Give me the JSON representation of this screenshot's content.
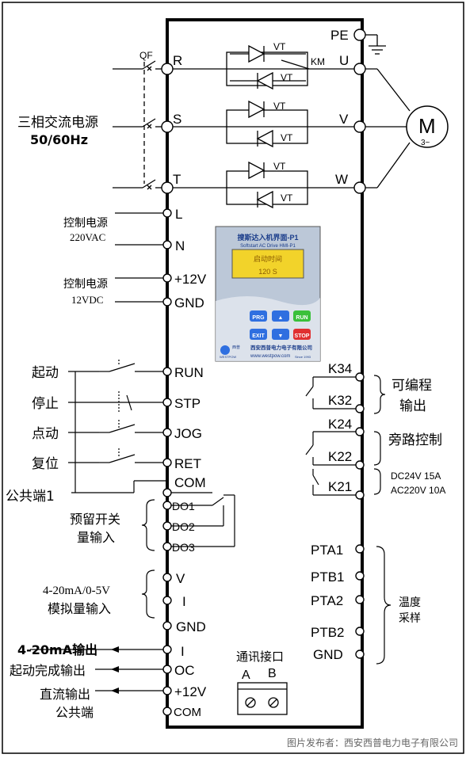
{
  "left_sources": {
    "qf": "QF",
    "mains_title": "三相交流电源",
    "mains_freq": "50/60Hz",
    "control_power_1": "控制电源",
    "control_power_1_value": "220VAC",
    "control_power_2": "控制电源",
    "control_power_2_value": "12VDC",
    "start": "起动",
    "stop": "停止",
    "jog": "点动",
    "reset": "复位",
    "common1": "公共端1",
    "reserved_switch_1": "预留开关",
    "reserved_switch_2": "量输入",
    "analog_1": "4-20mA/0-5V",
    "analog_2": "模拟量输入",
    "out_4_20": "4-20mA输出",
    "start_done": "起动完成输出",
    "dc_out_1": "直流输出",
    "dc_out_2": "公共端"
  },
  "terminals_left": {
    "R": "R",
    "S": "S",
    "T": "T",
    "L": "L",
    "N": "N",
    "p12v": "+12V",
    "gnd": "GND",
    "run": "RUN",
    "stp": "STP",
    "jog": "JOG",
    "ret": "RET",
    "com": "COM",
    "do1": "DO1",
    "do2": "DO2",
    "do3": "DO3",
    "v": "V",
    "i": "I",
    "gnd2": "GND",
    "i_out": "I",
    "oc": "OC",
    "p12v2": "+12V",
    "com2": "COM"
  },
  "terminals_right": {
    "pe": "PE",
    "u": "U",
    "v": "V",
    "w": "W",
    "k34": "K34",
    "k32": "K32",
    "k24": "K24",
    "k22": "K22",
    "k21": "K21",
    "pta1": "PTA1",
    "ptb1": "PTB1",
    "pta2": "PTA2",
    "ptb2": "PTB2",
    "gnd": "GND"
  },
  "power_circuit": {
    "vt": "VT",
    "km": "KM",
    "motor": "M",
    "motor_phase": "3~"
  },
  "right_labels": {
    "programmable_1": "可编程",
    "programmable_2": "输出",
    "bypass": "旁路控制",
    "rating_dc": "DC24V 15A",
    "rating_ac": "AC220V 10A",
    "temp_1": "温度",
    "temp_2": "采样",
    "comm_port": "通讯接口",
    "port_a": "A",
    "port_b": "B"
  },
  "hmi": {
    "title": "搜斯达入机界面-P1",
    "subtitle": "Softstart AC Drive HMI-P1",
    "screen_line1": "启动时间",
    "screen_line2": "120 S",
    "btn_prg": "PRG",
    "btn_up": "▲",
    "btn_run": "RUN",
    "btn_exit": "EXIT",
    "btn_down": "▼",
    "btn_stop": "STOP",
    "brand": "西普",
    "brand_en": "WESTPOW",
    "company": "西安西普电力电子有限公司",
    "website": "www.westpow.com",
    "since": "Since 1993"
  },
  "footer": "图片发布者：西安西普电力电子有限公司",
  "colors": {
    "hmi_face": "#bcc8d8",
    "hmi_screen": "#f2d32a",
    "hmi_run": "#3ac03a",
    "hmi_stop": "#e03030",
    "hmi_keys": "#2f6fe0"
  }
}
